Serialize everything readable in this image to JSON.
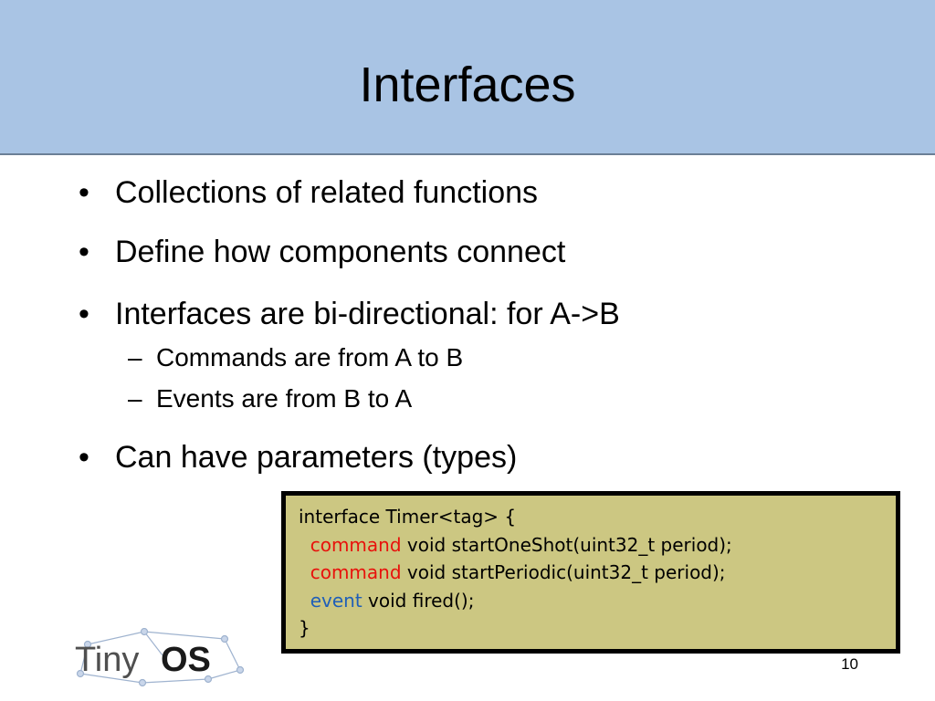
{
  "slide": {
    "title": "Interfaces",
    "page_number": "10"
  },
  "bullets": [
    {
      "marker": "•",
      "text": "Collections of related functions"
    },
    {
      "marker": "•",
      "text": "Define how components connect"
    },
    {
      "marker": "•",
      "text": "Interfaces are bi-directional: for A->B"
    },
    {
      "marker": "–",
      "text": "Commands are from A to B"
    },
    {
      "marker": "–",
      "text": "Events are from B to A"
    },
    {
      "marker": "•",
      "text": "Can have parameters (types)"
    }
  ],
  "code": {
    "line1": "interface Timer<tag> {",
    "line2_kw": "command",
    "line2_rest": " void startOneShot(uint32_t period);",
    "line3_kw": "command",
    "line3_rest": " void startPeriodic(uint32_t period);",
    "line4_kw": "event",
    "line4_rest": " void fired();",
    "line5": "}"
  },
  "logo": {
    "text_tiny": "Tiny",
    "text_os": "OS"
  },
  "colors": {
    "title_bar": "#a9c4e4",
    "code_background": "#ccc782",
    "command_keyword": "#e8120c",
    "event_keyword": "#1f5fb8"
  }
}
